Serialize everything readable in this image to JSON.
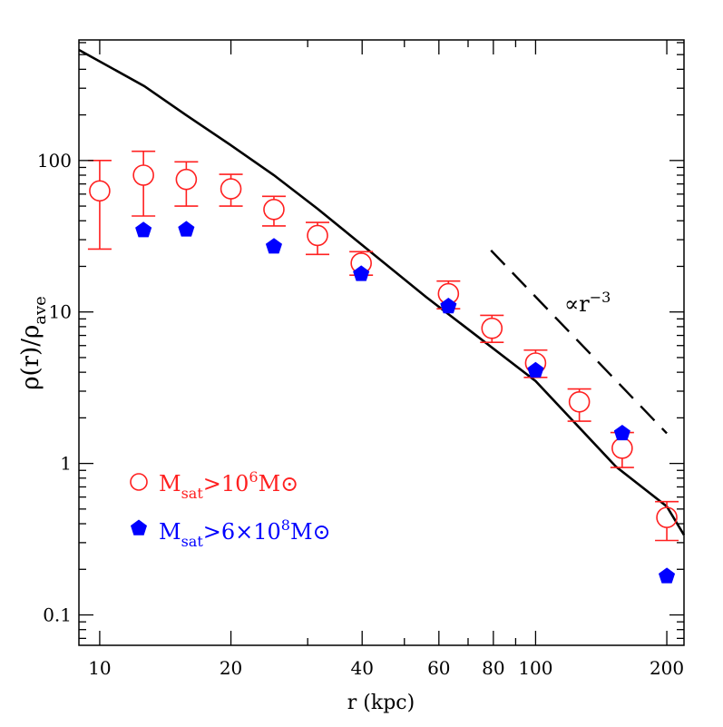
{
  "chart_data": {
    "type": "scatter",
    "title": "",
    "xlabel": "r (kpc)",
    "ylabel_main": "ρ(r)/ρ",
    "ylabel_sub": "ave",
    "xscale": "log",
    "yscale": "log",
    "xlim": [
      8.96,
      219
    ],
    "ylim": [
      0.063,
      625
    ],
    "grid": false,
    "legend_position": "bottom-left",
    "x_ticks": [
      10,
      20,
      40,
      60,
      80,
      100,
      200
    ],
    "x_tick_labels": [
      "10",
      "20",
      "40",
      "60",
      "80",
      "100",
      "200"
    ],
    "y_ticks": [
      0.1,
      1,
      10,
      100
    ],
    "y_tick_labels": [
      "0.1",
      "1",
      "10",
      "100"
    ],
    "series": [
      {
        "legend_main": "M",
        "legend_sub": "sat",
        "legend_rest": ">10",
        "legend_sup": "6",
        "legend_end": "M⊙",
        "marker": "open-circle",
        "color": "#ff2020",
        "x": [
          10,
          12.6,
          15.8,
          20,
          25.1,
          31.6,
          39.8,
          63.1,
          79.4,
          100,
          126,
          158,
          200
        ],
        "y": [
          63,
          80,
          75,
          65,
          47.5,
          32,
          21,
          13.2,
          7.8,
          4.6,
          2.55,
          1.26,
          0.44
        ],
        "y_err_high": [
          100,
          115,
          98,
          81,
          58,
          39,
          25,
          16,
          9.5,
          5.6,
          3.1,
          1.6,
          0.56
        ],
        "y_err_low": [
          26,
          43,
          50,
          50,
          37,
          24,
          17.5,
          10.5,
          6.3,
          3.7,
          1.9,
          0.94,
          0.31
        ]
      },
      {
        "legend_main": "M",
        "legend_sub": "sat",
        "legend_rest": ">6×10",
        "legend_sup": "8",
        "legend_end": "M⊙",
        "marker": "filled-pentagon",
        "color": "#0000ff",
        "x": [
          12.6,
          15.8,
          25.1,
          39.8,
          63.1,
          100,
          158,
          200
        ],
        "y": [
          34.6,
          35,
          27,
          17.8,
          10.9,
          4.1,
          1.58,
          0.18
        ]
      }
    ],
    "model_curve": {
      "color": "#000000",
      "x": [
        8.96,
        12.65,
        15.8,
        20,
        25.1,
        31.6,
        39.8,
        56,
        100,
        153,
        200,
        219
      ],
      "y": [
        537,
        310,
        199,
        126,
        80,
        48,
        28,
        12.6,
        3.5,
        0.95,
        0.52,
        0.337
      ]
    },
    "reference_line": {
      "style": "dashed",
      "label_main": "∝r",
      "label_sup": "−3",
      "x": [
        79,
        200
      ],
      "y": [
        25.5,
        1.58
      ]
    }
  }
}
